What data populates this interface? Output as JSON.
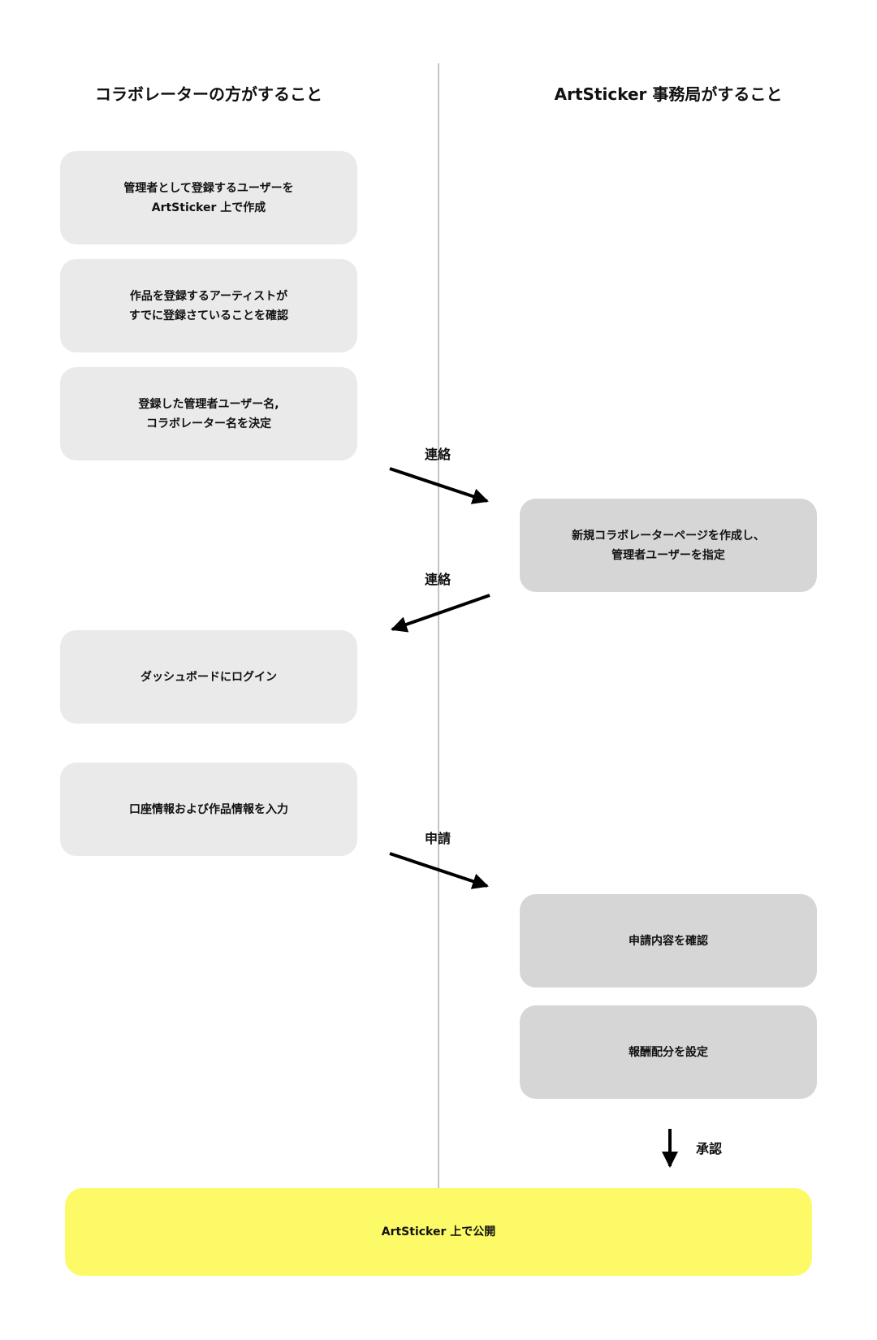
{
  "headings": {
    "collaborator": "コラボレーターの方がすること",
    "office": "ArtSticker 事務局がすること"
  },
  "steps": {
    "create_admin": "管理者として登録するユーザーを\nArtSticker 上で作成",
    "confirm_artists": "作品を登録するアーティストが\nすでに登録さていることを確認",
    "decide_names": "登録した管理者ユーザー名,\nコラボレーター名を決定",
    "create_page": "新規コラボレーターページを作成し、\n管理者ユーザーを指定",
    "login": "ダッシュボードにログイン",
    "input_info": "口座情報および作品情報を入力",
    "check_application": "申請内容を確認",
    "set_revenue": "報酬配分を設定",
    "publish": "ArtSticker 上で公開"
  },
  "arrow_labels": {
    "contact_1": "連絡",
    "contact_2": "連絡",
    "apply": "申請",
    "approve": "承認"
  }
}
